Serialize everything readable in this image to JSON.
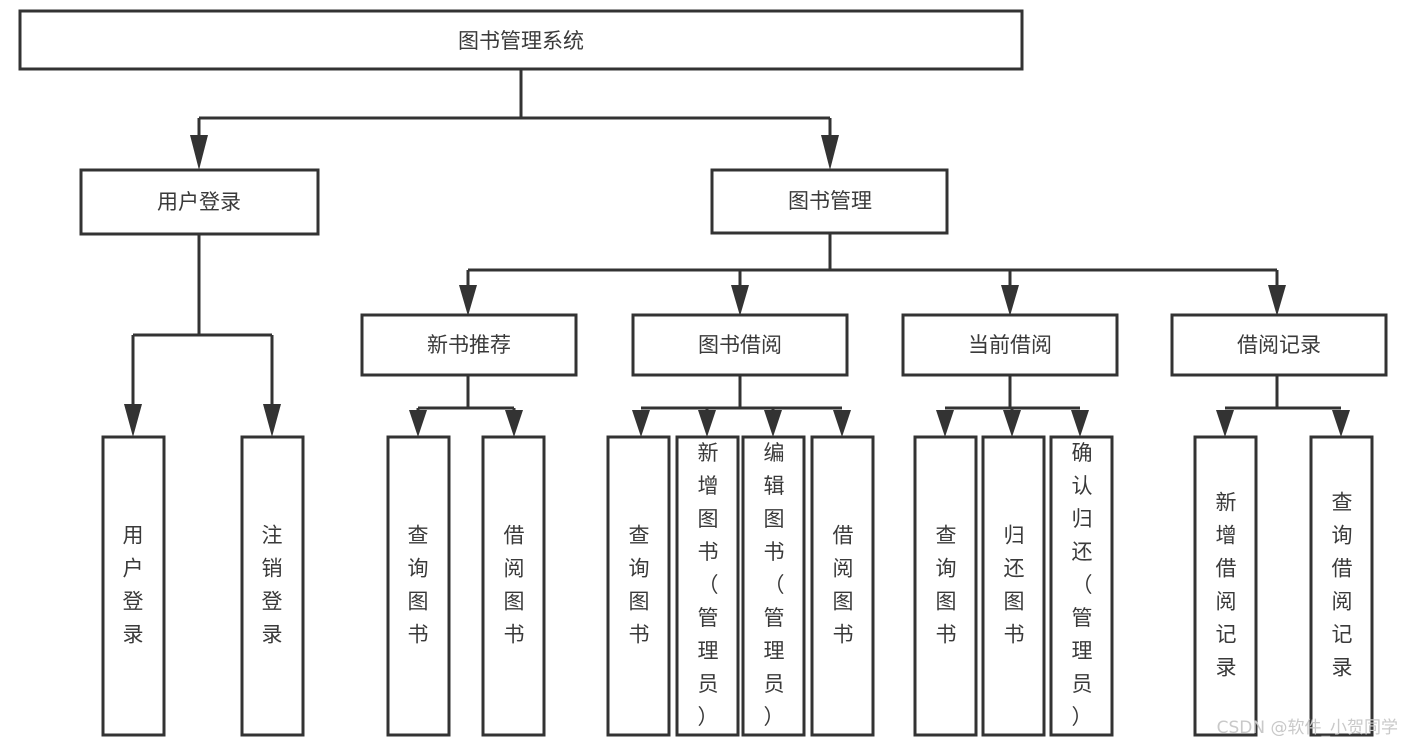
{
  "diagram": {
    "type": "tree-hierarchy-chart",
    "title_text": "图书管理系统",
    "colors": {
      "stroke": "#333333",
      "box_fill": "#ffffff",
      "text": "#3a3a3a",
      "background": "#ffffff",
      "watermark": "#c9c9c9"
    },
    "root": {
      "label": "图书管理系统",
      "orientation": "horizontal"
    },
    "level2": [
      {
        "label": "用户登录",
        "orientation": "horizontal"
      },
      {
        "label": "图书管理",
        "orientation": "horizontal"
      }
    ],
    "level3": [
      {
        "label": "新书推荐",
        "orientation": "horizontal"
      },
      {
        "label": "图书借阅",
        "orientation": "horizontal"
      },
      {
        "label": "当前借阅",
        "orientation": "horizontal"
      },
      {
        "label": "借阅记录",
        "orientation": "horizontal"
      }
    ],
    "leaves": {
      "user_login": [
        {
          "label": "用户登录",
          "orientation": "vertical"
        },
        {
          "label": "注销登录",
          "orientation": "vertical"
        }
      ],
      "new_book_recommend": [
        {
          "label": "查询图书",
          "orientation": "vertical"
        },
        {
          "label": "借阅图书",
          "orientation": "vertical"
        }
      ],
      "book_borrow": [
        {
          "label": "查询图书",
          "orientation": "vertical"
        },
        {
          "label": "新增图书（管理员）",
          "orientation": "vertical"
        },
        {
          "label": "编辑图书（管理员）",
          "orientation": "vertical"
        },
        {
          "label": "借阅图书",
          "orientation": "vertical"
        }
      ],
      "current_borrow": [
        {
          "label": "查询图书",
          "orientation": "vertical"
        },
        {
          "label": "归还图书",
          "orientation": "vertical"
        },
        {
          "label": "确认归还（管理员）",
          "orientation": "vertical"
        }
      ],
      "borrow_record": [
        {
          "label": "新增借阅记录",
          "orientation": "vertical"
        },
        {
          "label": "查询借阅记录",
          "orientation": "vertical"
        }
      ]
    }
  },
  "watermark": {
    "text": "CSDN @软件_小贺同学"
  }
}
